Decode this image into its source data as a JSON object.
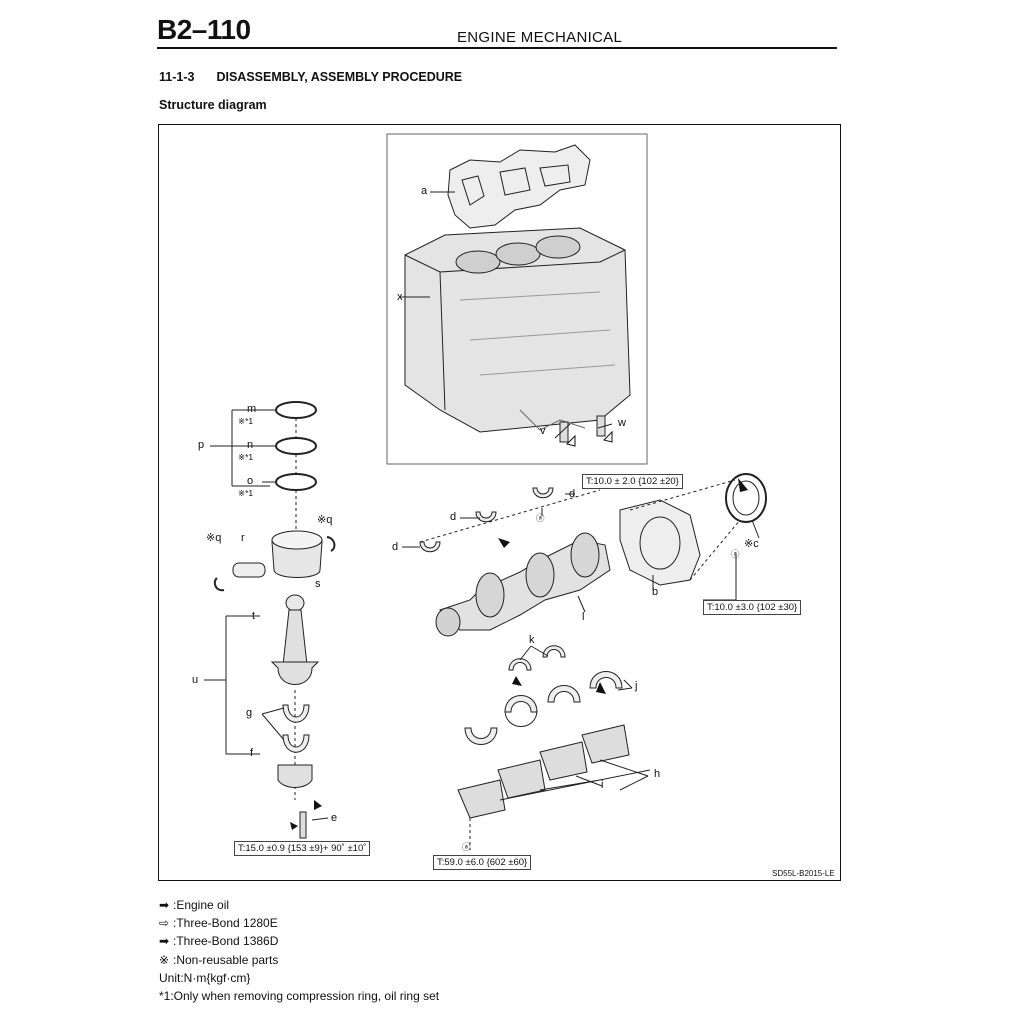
{
  "header": {
    "page_code": "B2–110",
    "section": "ENGINE MECHANICAL"
  },
  "subsection": {
    "number": "11-1-3",
    "title": "DISASSEMBLY, ASSEMBLY PROCEDURE"
  },
  "diagram": {
    "title": "Structure diagram",
    "drawing_code": "SD55L-B2015-LE",
    "labels": {
      "a": "a",
      "b": "b",
      "c": "c",
      "d": "d",
      "e": "e",
      "f": "f",
      "g": "g",
      "h": "h",
      "i": "i",
      "j": "j",
      "k": "k",
      "l": "l",
      "m": "m",
      "n": "n",
      "o": "o",
      "p": "p",
      "q": "q",
      "r": "r",
      "s": "s",
      "t": "t",
      "u": "u",
      "v": "v",
      "w": "w",
      "x": "x"
    },
    "marks": {
      "nonreusable": "※",
      "note_ref": "※*1",
      "circled_a": "ⓐ"
    },
    "torques": {
      "main_bearing_cap": "T:10.0 ± 2.0 {102 ±20}",
      "rear_oil_seal_housing": "T:10.0 ±3.0 {102 ±30}",
      "connecting_rod": "T:15.0 ±0.9 {153 ±9}+ 90˚ ±10˚",
      "lower_block": "T:59.0 ±6.0 {602 ±60}"
    }
  },
  "legend": {
    "engine_oil": ":Engine oil",
    "three_bond_1280e": ":Three-Bond 1280E",
    "three_bond_1386d": ":Three-Bond 1386D",
    "non_reusable": ":Non-reusable parts",
    "unit": "Unit:N·m{kgf·cm}",
    "note1": "*1:Only when removing compression ring, oil ring set"
  },
  "icons": {
    "engine_oil": "solid-arrow-icon",
    "three_bond_1280e": "outline-arrow-icon",
    "three_bond_1386d": "solid-arrow-icon",
    "non_reusable": "reference-mark-icon"
  }
}
